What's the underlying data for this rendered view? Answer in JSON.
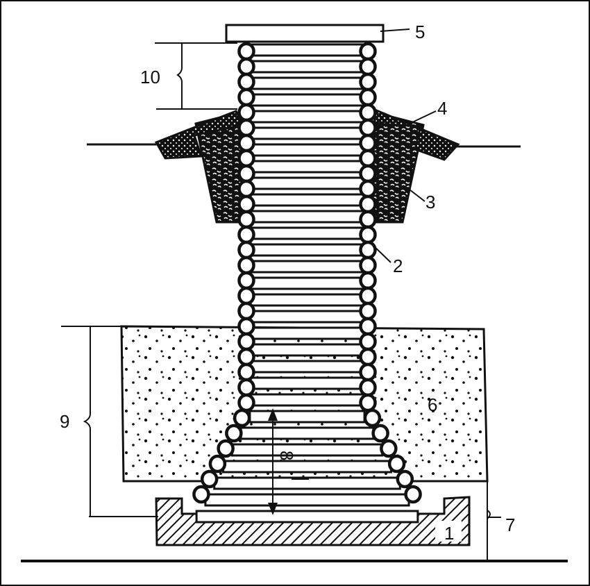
{
  "diagram": {
    "labels": {
      "base_plate": "1",
      "stone_wall": "2",
      "clay_fill": "3",
      "clay_cap": "4",
      "lid": "5",
      "aquifer": "6",
      "bottom_gap": "7",
      "throat_height": "8",
      "aquifer_thickness": "9",
      "riser_height": "10"
    },
    "colors": {
      "ink": "#111111",
      "background": "#ffffff",
      "clay_fill": "#ffffff"
    },
    "icons": {
      "arrow": "double-arrow-icon",
      "brace": "curly-brace-icon"
    }
  }
}
